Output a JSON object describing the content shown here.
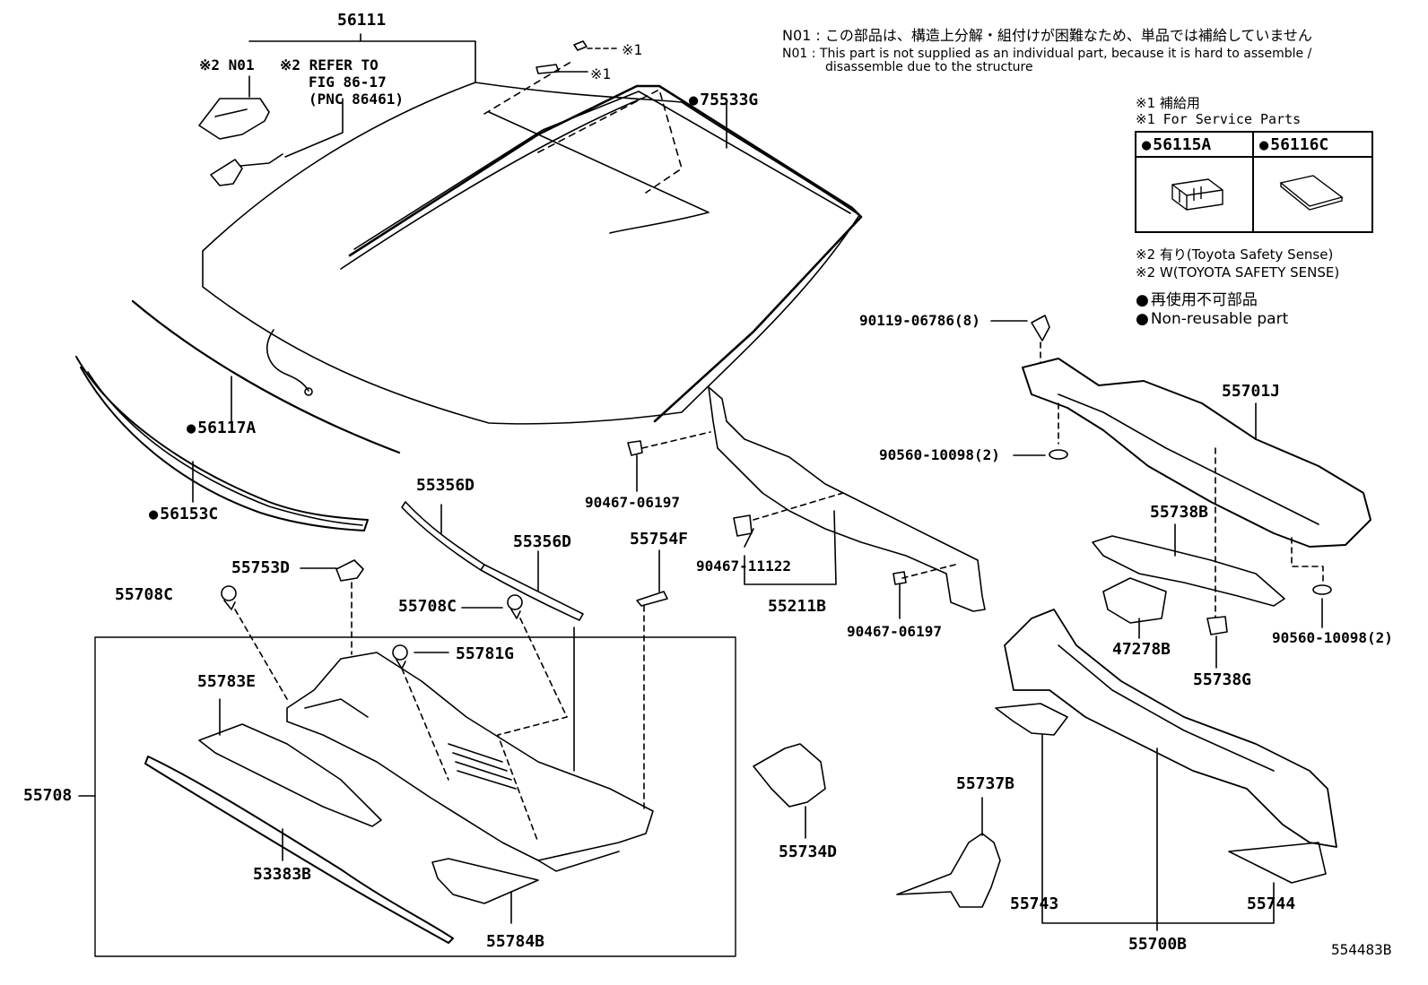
{
  "notes": {
    "n01_jp": "N01 : この部品は、構造上分解・組付けが困難なため、単品では補給していません",
    "n01_en_1": "N01 :  This part is not supplied as an individual part, because it is hard to assemble /",
    "n01_en_2": "disassemble due to the structure",
    "star1_jp": "※1 補給用",
    "star1_en": "※1 For Service Parts",
    "star2_jp": "※2 有り(Toyota Safety Sense)",
    "star2_en": "※2 W(TOYOTA SAFETY SENSE)",
    "dot_jp": "再使用不可部品",
    "dot_en": "Non-reusable part"
  },
  "service_table": {
    "col1": "56115A",
    "col2": "56116C"
  },
  "callouts": {
    "p56111": "56111",
    "star2_n01": "※2 N01",
    "refer_1": "※2 REFER TO",
    "refer_2": "FIG 86-17",
    "refer_3": "(PNC 86461)",
    "star1_a": "※1",
    "star1_b": "※1",
    "p75533G": "75533G",
    "p56117A": "56117A",
    "p56153C": "56153C",
    "p55356D_a": "55356D",
    "p55356D_b": "55356D",
    "p55754F": "55754F",
    "p55753D": "55753D",
    "p55708C_a": "55708C",
    "p55708C_b": "55708C",
    "p55781G": "55781G",
    "p55783E": "55783E",
    "p55708": "55708",
    "p53383B": "53383B",
    "p55784B": "55784B",
    "p90467_06197_a": "90467-06197",
    "p90467_11122": "90467-11122",
    "p55211B": "55211B",
    "p90467_06197_b": "90467-06197",
    "p55734D": "55734D",
    "p90119": "90119-06786(8)",
    "p90560_a": "90560-10098(2)",
    "p55701J": "55701J",
    "p55738B": "55738B",
    "p47278B": "47278B",
    "p55738G": "55738G",
    "p90560_b": "90560-10098(2)",
    "p55737B": "55737B",
    "p55743": "55743",
    "p55744": "55744",
    "p55700B": "55700B",
    "figure_id": "554483B"
  }
}
